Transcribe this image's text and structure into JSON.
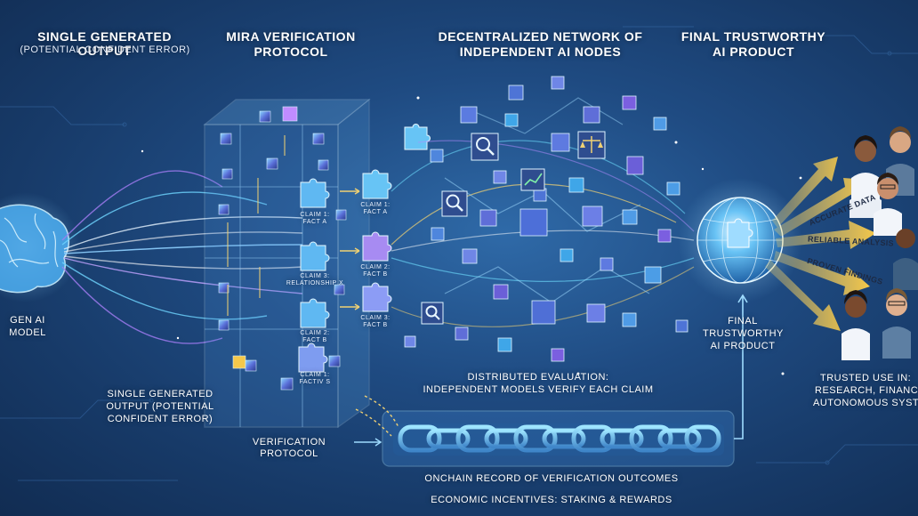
{
  "top_labels": {
    "single_output_title": "SINGLE GENERATED OUTPUT",
    "single_output_sub": "(POTENTIAL CONFIDENT ERROR)",
    "mira_line1": "MIRA VERIFICATION",
    "mira_line2": "PROTOCOL",
    "network_line1": "DECENTRALIZED NETWORK OF",
    "network_line2": "INDEPENDENT AI NODES",
    "final_line1": "FINAL TRUSTWORTHY",
    "final_line2": "AI PRODUCT"
  },
  "left": {
    "gen_ai_line1": "GEN AI",
    "gen_ai_line2": "MODEL",
    "bottom_output_line1": "SINGLE GENERATED",
    "bottom_output_line2": "OUTPUT (POTENTIAL",
    "bottom_output_line3": "CONFIDENT ERROR)"
  },
  "protocol_claims": {
    "inside": [
      {
        "l1": "CLAIM 1:",
        "l2": "FACT A"
      },
      {
        "l1": "CLAIM 3:",
        "l2": "RELATIONSHIP X"
      },
      {
        "l1": "CLAIM 2:",
        "l2": "FACT B"
      },
      {
        "l1": "CLAIM 1:",
        "l2": "FACTIV S"
      }
    ],
    "outside": [
      {
        "l1": "CLAIM 1:",
        "l2": "FACT A"
      },
      {
        "l1": "CLAIM 2:",
        "l2": "FACT B"
      },
      {
        "l1": "CLAIM 3:",
        "l2": "FACT B"
      }
    ],
    "caption": "VERIFICATION PROTOCOL"
  },
  "network": {
    "caption_line1": "DISTRIBUTED EVALUATION:",
    "caption_line2": "INDEPENDENT MODELS VERIFY EACH CLAIM"
  },
  "chain": {
    "record": "ONCHAIN RECORD OF VERIFICATION OUTCOMES",
    "incentives": "ECONOMIC INCENTIVES: STAKING & REWARDS"
  },
  "product": {
    "line1": "FINAL",
    "line2": "TRUSTWORTHY",
    "line3": "AI PRODUCT",
    "arrows": [
      "ACCURATE DATA",
      "RELIABLE ANALYSIS",
      "PROVEN FINDINGS"
    ]
  },
  "use": {
    "line1": "TRUSTED USE IN:",
    "line2": "RESEARCH, FINANCE",
    "line3": "AUTONOMOUS SYSTEM"
  },
  "colors": {
    "accent_gold": "#f2c54b",
    "accent_cyan": "#6fe0ff",
    "accent_purple": "#b48cff",
    "background": "#1f4b82"
  },
  "icons": [
    "brain-icon",
    "puzzle-icon",
    "magnifier-icon",
    "scales-icon",
    "bar-chart-icon",
    "globe-icon",
    "chain-link-icon"
  ]
}
